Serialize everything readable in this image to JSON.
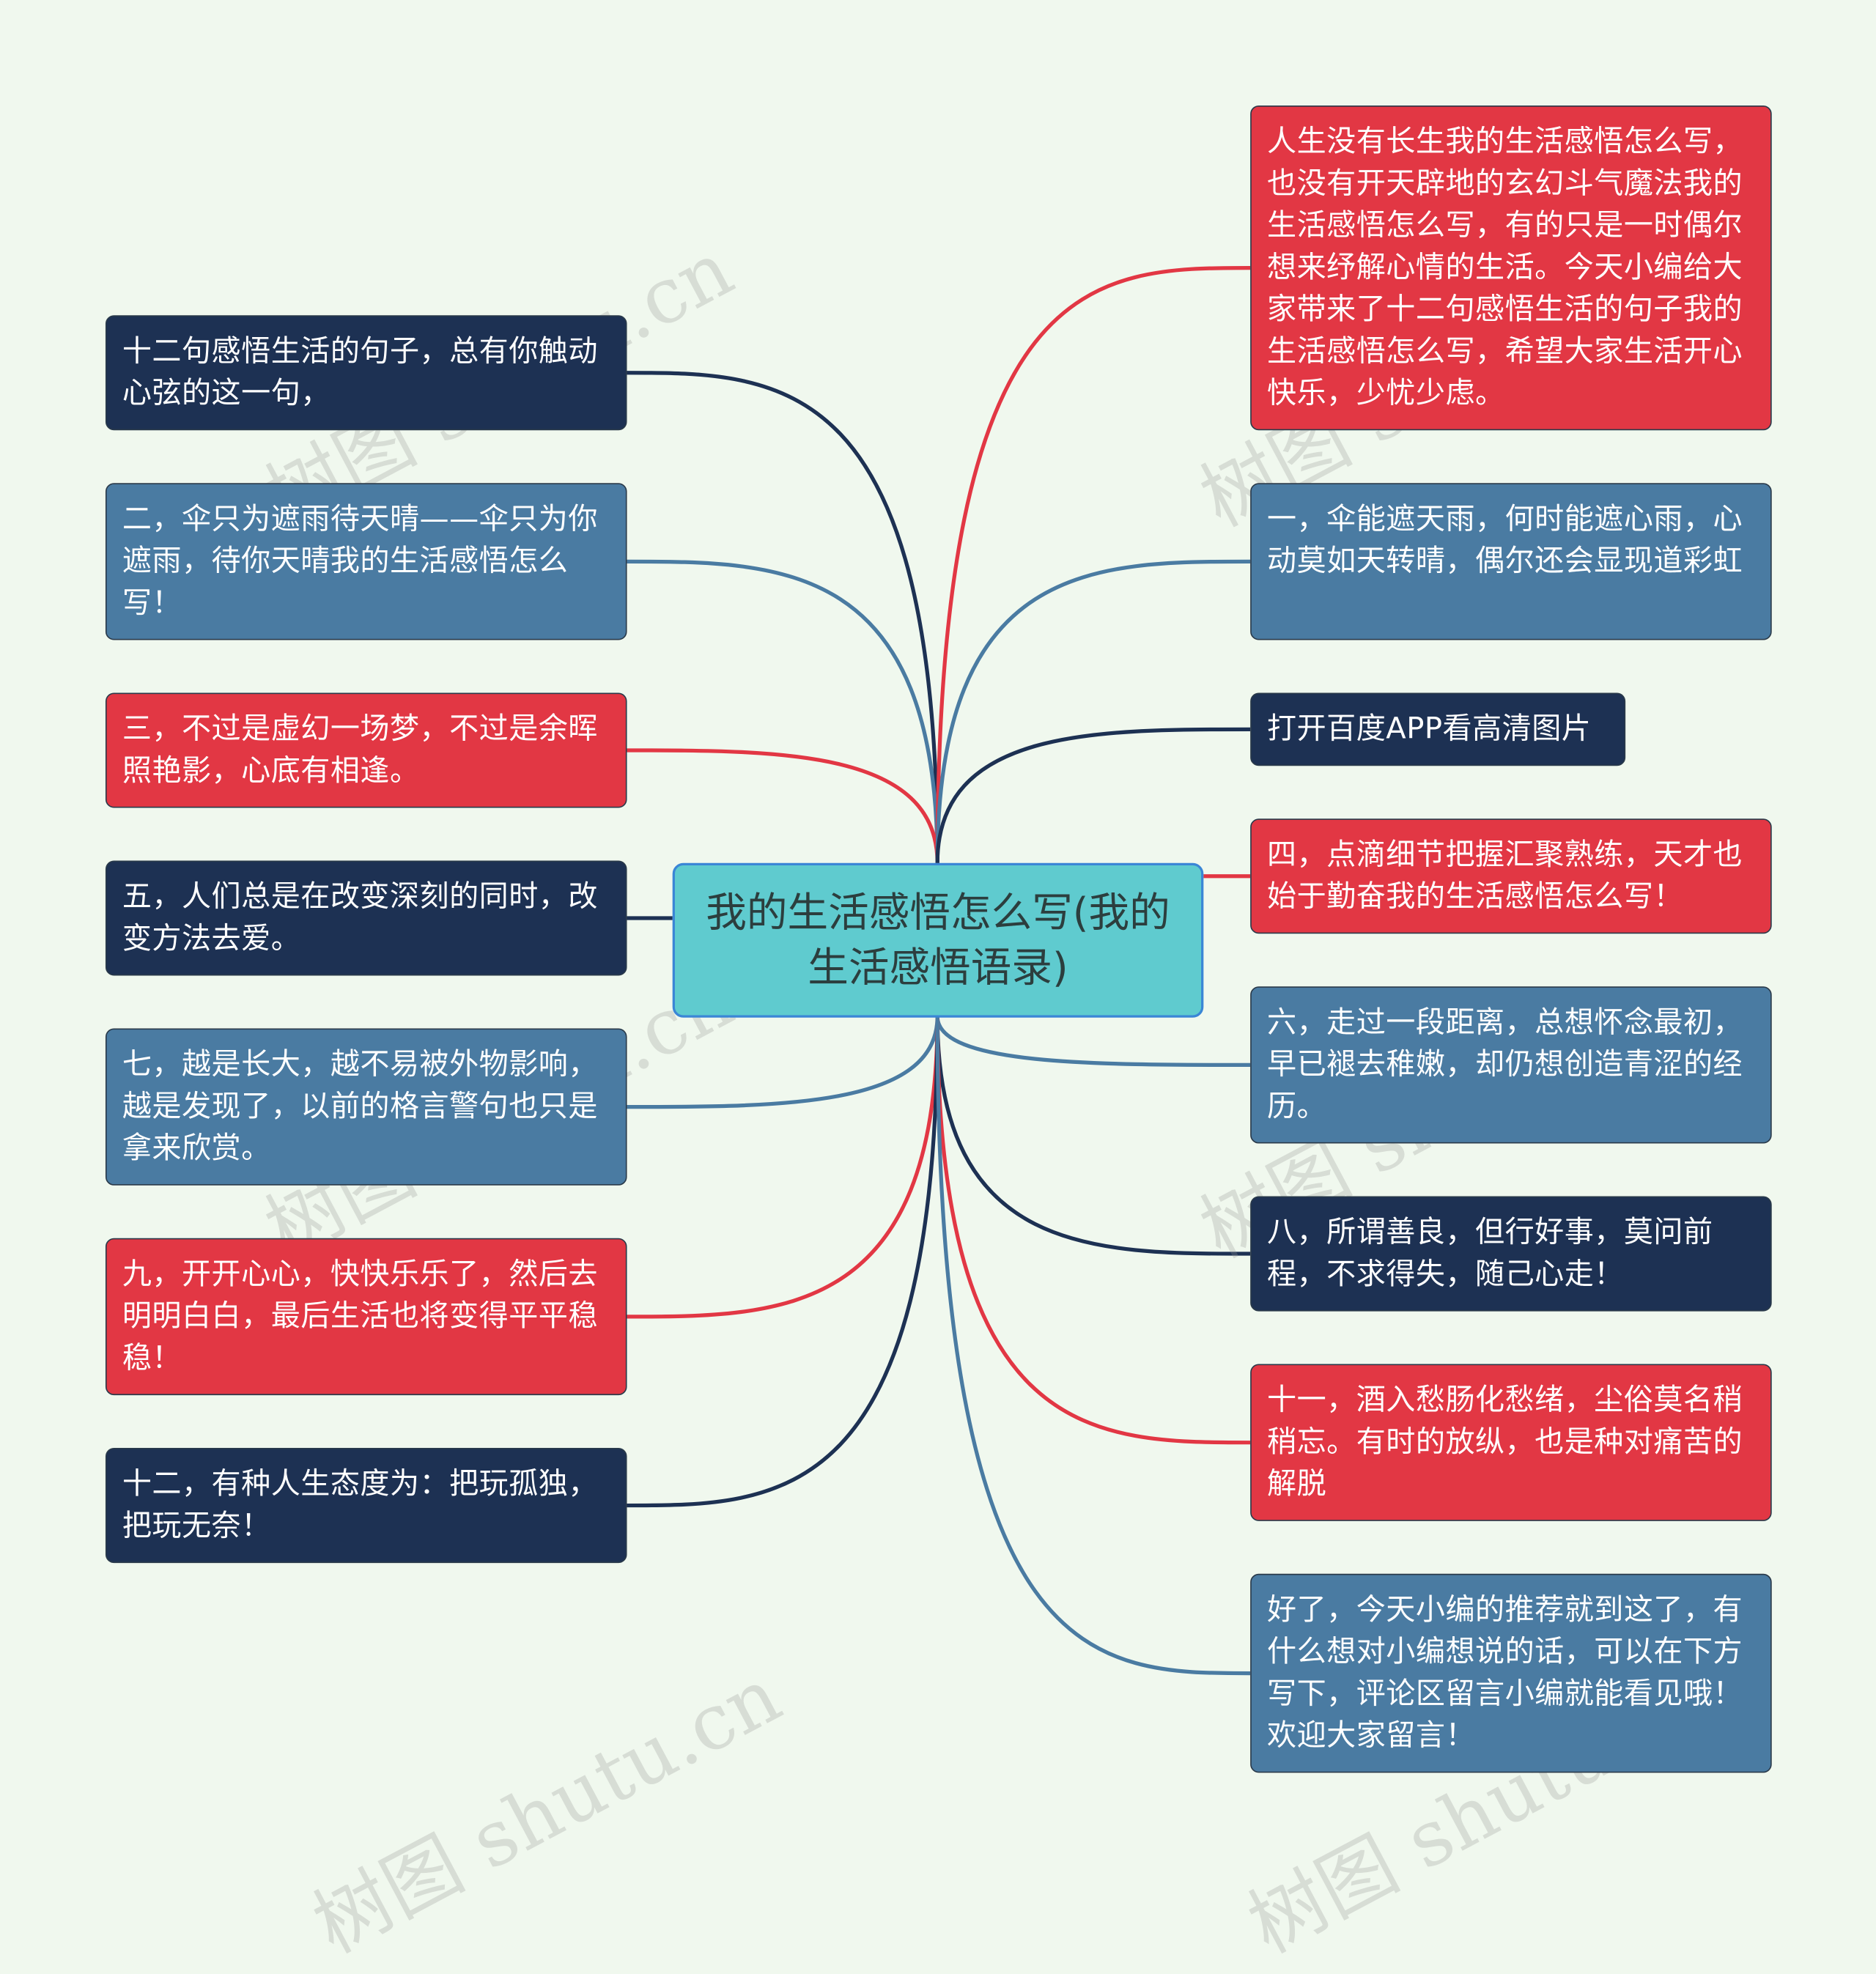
{
  "colors": {
    "navy": "#1d3153",
    "blue": "#4a7ba2",
    "red": "#e23744",
    "center": "#5fcbcf",
    "background": "#f0f8ee"
  },
  "center": {
    "title": "我的生活感悟怎么写(我的生活感悟语录)"
  },
  "left_nodes": [
    {
      "text": "十二句感悟生活的句子，总有你触动心弦的这一句，",
      "color": "navy"
    },
    {
      "text": "二，伞只为遮雨待天晴——伞只为你遮雨，待你天晴我的生活感悟怎么写！",
      "color": "blue"
    },
    {
      "text": "三，不过是虚幻一场梦，不过是余晖照艳影，心底有相逢。",
      "color": "red"
    },
    {
      "text": "五，人们总是在改变深刻的同时，改变方法去爱。",
      "color": "navy"
    },
    {
      "text": "七，越是长大，越不易被外物影响，越是发现了，以前的格言警句也只是拿来欣赏。",
      "color": "blue"
    },
    {
      "text": "九，开开心心，快快乐乐了，然后去明明白白，最后生活也将变得平平稳稳！",
      "color": "red"
    },
    {
      "text": "十二，有种人生态度为：把玩孤独，把玩无奈！",
      "color": "navy"
    }
  ],
  "right_nodes": [
    {
      "text": "人生没有长生我的生活感悟怎么写，也没有开天辟地的玄幻斗气魔法我的生活感悟怎么写，有的只是一时偶尔想来纾解心情的生活。今天小编给大家带来了十二句感悟生活的句子我的生活感悟怎么写，希望大家生活开心快乐，少忧少虑。",
      "color": "red"
    },
    {
      "text": "一，伞能遮天雨，何时能遮心雨，心动莫如天转晴，偶尔还会显现道彩虹",
      "color": "blue"
    },
    {
      "text": "打开百度APP看高清图片",
      "color": "navy"
    },
    {
      "text": "四，点滴细节把握汇聚熟练，天才也始于勤奋我的生活感悟怎么写！",
      "color": "red"
    },
    {
      "text": "六，走过一段距离，总想怀念最初，早已褪去稚嫩，却仍想创造青涩的经历。",
      "color": "blue"
    },
    {
      "text": "八，所谓善良，但行好事，莫问前程，不求得失，随己心走！",
      "color": "navy"
    },
    {
      "text": "十一，酒入愁肠化愁绪，尘俗莫名稍稍忘。有时的放纵，也是种对痛苦的解脱",
      "color": "red"
    },
    {
      "text": "好了，今天小编的推荐就到这了，有什么想对小编想说的话，可以在下方写下，评论区留言小编就能看见哦！欢迎大家留言！",
      "color": "blue"
    }
  ],
  "watermark": "树图 shutu.cn"
}
